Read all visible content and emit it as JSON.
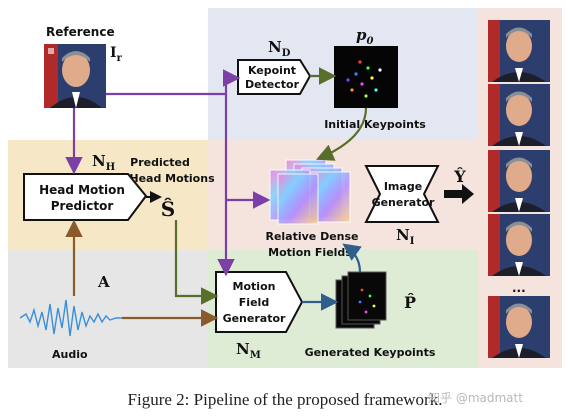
{
  "diagram": {
    "reference_label": "Reference",
    "ir_symbol": "I",
    "ir_sub": "r",
    "nd_symbol": "N",
    "nd_sub": "D",
    "p0_symbol": "p",
    "p0_sub": "0",
    "kepoint_detector": [
      "Kepoint",
      "Detector"
    ],
    "initial_keypoints": "Initial Keypoints",
    "nh_symbol": "N",
    "nh_sub": "H",
    "predicted_head_motions": [
      "Predicted",
      "Head Motions"
    ],
    "s_hat": "Ŝ",
    "head_motion_predictor": [
      "Head Motion",
      "Predictor"
    ],
    "relative_dense_motion_fields": [
      "Relative Dense",
      "Motion Fields"
    ],
    "image_generator": [
      "Image",
      "Generator"
    ],
    "ni_symbol": "N",
    "ni_sub": "I",
    "y_hat": "Ŷ",
    "a_symbol": "A",
    "audio_label": "Audio",
    "motion_field_generator": [
      "Motion",
      "Field",
      "Generator"
    ],
    "nm_symbol": "N",
    "nm_sub": "M",
    "p_hat": "P̂",
    "generated_keypoints": "Generated Keypoints",
    "ellipsis": "..."
  },
  "caption": "Figure 2: Pipeline of the proposed framework.",
  "watermark": "知乎 @madmatt",
  "colors": {
    "band_blue": "#e3e7f1",
    "band_pink": "#f5e3dd",
    "band_gray": "#e6e6e6",
    "band_yellow": "#f6e7c6",
    "band_green": "#deecd6",
    "arrow_purple": "#7b3fa6",
    "arrow_olive": "#5a6e2b",
    "arrow_brown": "#8a5a2b",
    "arrow_blue": "#2f5f8a"
  }
}
